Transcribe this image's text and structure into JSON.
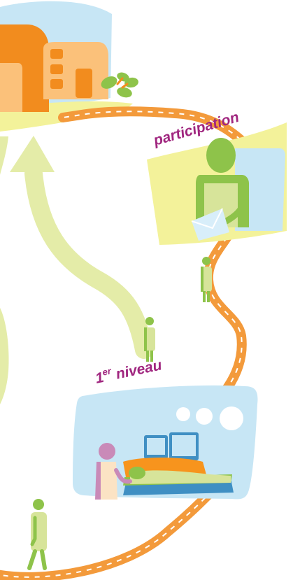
{
  "labels": {
    "participation": "participation",
    "level_number": "1",
    "level_superscript": "er",
    "level_word": "niveau"
  },
  "colors": {
    "label_text": "#a0267f",
    "path_orange": "#f39a3b",
    "path_dash": "#ffffff",
    "arrow_green": "#e4eca8",
    "sky_blue": "#c7e6f5",
    "panel_yellow": "#f3f29a",
    "building_orange": "#f28c1e",
    "building_light": "#fbc17a",
    "figure_green": "#8ec34a",
    "figure_body": "#d7e49a",
    "bed_blue": "#3f8fc3",
    "bed_green": "#8ec34a",
    "bed_orange": "#f7941d",
    "patient_purple": "#c98ab8",
    "patient_skin": "#fbe3c4",
    "envelope_blue": "#d8eefa"
  },
  "icons": [
    "building-icon",
    "tree-icon",
    "person-reading-icon",
    "envelope-icon",
    "walking-person-icon",
    "hospital-bed-icon",
    "visitor-icon",
    "monitor-icon"
  ]
}
